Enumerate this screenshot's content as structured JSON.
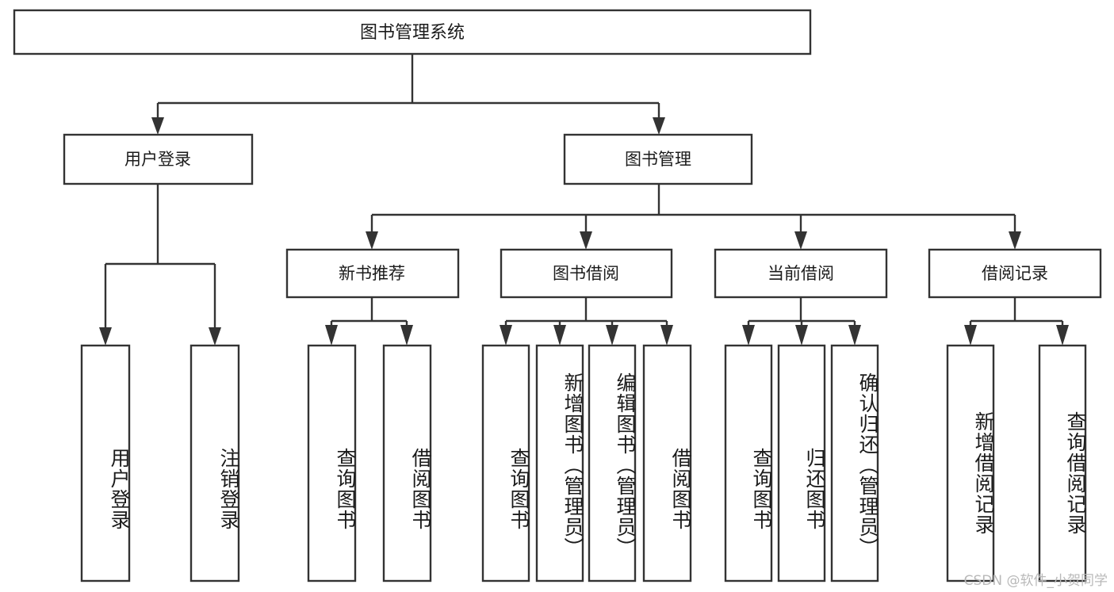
{
  "diagram": {
    "type": "tree-hierarchy",
    "title": "图书管理系统",
    "watermark": "CSDN @软件_小贺同学",
    "colors": {
      "box_fill": "#ffffff",
      "box_stroke": "#333333",
      "text": "#1b1b1b",
      "watermark": "#b9b9b9",
      "background": "#ffffff"
    },
    "nodes": {
      "root": {
        "label": "图书管理系统"
      },
      "level2": [
        {
          "id": "user-login",
          "label": "用户登录"
        },
        {
          "id": "book-management",
          "label": "图书管理"
        }
      ],
      "level3": [
        {
          "id": "new-book-recommend",
          "label": "新书推荐"
        },
        {
          "id": "book-borrow",
          "label": "图书借阅"
        },
        {
          "id": "current-borrow",
          "label": "当前借阅"
        },
        {
          "id": "borrow-record",
          "label": "借阅记录"
        }
      ],
      "leaves": {
        "user-login": [
          {
            "id": "leaf-user-login",
            "label": "用户登录"
          },
          {
            "id": "leaf-logout-login",
            "label": "注销登录"
          }
        ],
        "new-book-recommend": [
          {
            "id": "leaf-query-book-1",
            "label": "查询图书"
          },
          {
            "id": "leaf-borrow-book-1",
            "label": "借阅图书"
          }
        ],
        "book-borrow": [
          {
            "id": "leaf-query-book-2",
            "label": "查询图书"
          },
          {
            "id": "leaf-add-book",
            "label": "新增图书（管理员）"
          },
          {
            "id": "leaf-edit-book",
            "label": "编辑图书（管理员）"
          },
          {
            "id": "leaf-borrow-book-2",
            "label": "借阅图书"
          }
        ],
        "current-borrow": [
          {
            "id": "leaf-query-book-3",
            "label": "查询图书"
          },
          {
            "id": "leaf-return-book",
            "label": "归还图书"
          },
          {
            "id": "leaf-confirm-return",
            "label": "确认归还（管理员）"
          }
        ],
        "borrow-record": [
          {
            "id": "leaf-add-record",
            "label": "新增借阅记录"
          },
          {
            "id": "leaf-query-record",
            "label": "查询借阅记录"
          }
        ]
      }
    }
  }
}
